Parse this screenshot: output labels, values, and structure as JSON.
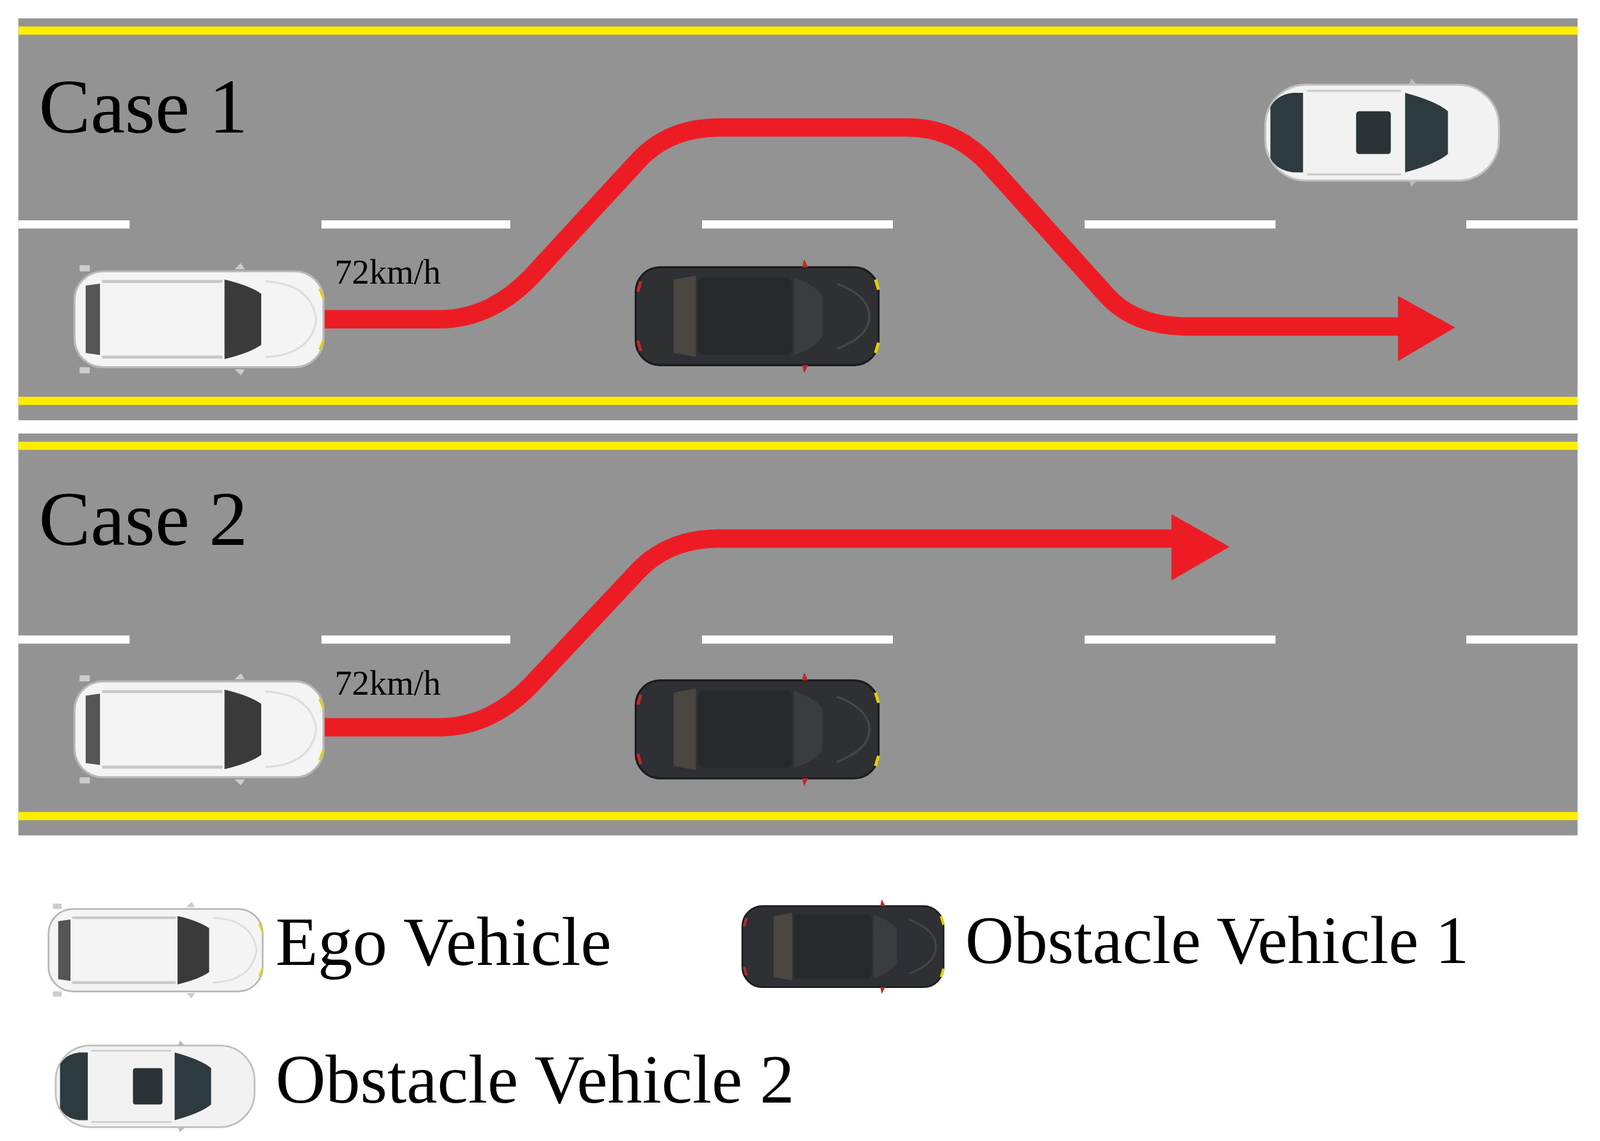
{
  "diagram": {
    "labels": [
      "Case 1",
      "72km/h",
      "Case 2",
      "72km/h"
    ],
    "legend": [
      {
        "text": "Ego Vehicle"
      },
      {
        "text": "Obstacle Vehicle 1"
      },
      {
        "text": "Obstacle Vehicle 2"
      }
    ]
  }
}
